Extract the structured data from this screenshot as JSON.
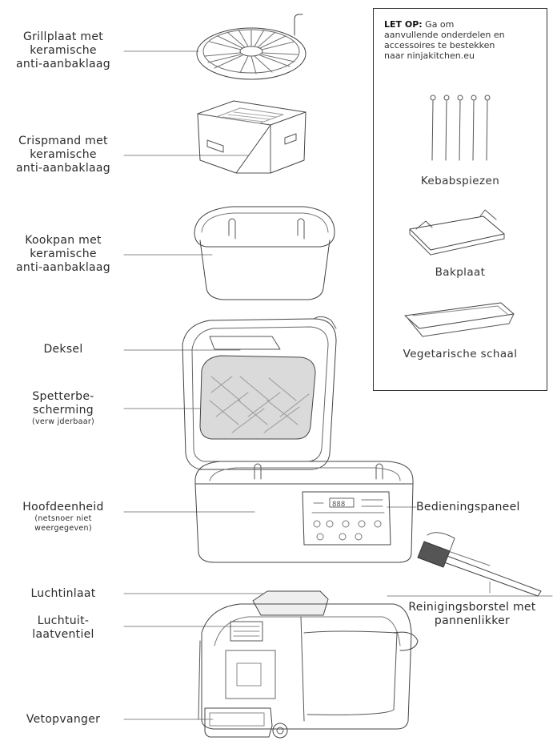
{
  "part_labels": {
    "grill_plate": [
      "Grillplaat met",
      "keramische",
      "anti-aanbaklaag"
    ],
    "crisper_basket": [
      "Crispmand met",
      "keramische",
      "anti-aanbaklaag"
    ],
    "cooking_pot": [
      "Kookpan met",
      "keramische",
      "anti-aanbaklaag"
    ],
    "lid": "Deksel",
    "splatter_shield": [
      "Spetterbe-",
      "scherming"
    ],
    "splatter_shield_note": "(verw jderbaar)",
    "main_unit": "Hoofdeenheid",
    "main_unit_note": [
      "(netsnoer niet",
      "weergegeven)"
    ],
    "control_panel": "Bedieningspaneel",
    "air_inlet": "Luchtinlaat",
    "air_outlet": [
      "Luchtuit-",
      "laatventiel"
    ],
    "grease_tray": "Vetopvanger",
    "cleaning_brush": [
      "Reinigingsborstel met",
      "pannenlikker"
    ]
  },
  "note": {
    "heading": "LET OP:",
    "lines": [
      "Ga om",
      "aanvullende onderdelen en",
      "accessoires te bestekken",
      "naar ninjakitchen.eu"
    ]
  },
  "accessories": {
    "skewers": "Kebabspiezen",
    "baking_plate": "Bakplaat",
    "vegetable_tray": "Vegetarische schaal"
  },
  "control_panel_display": "888"
}
